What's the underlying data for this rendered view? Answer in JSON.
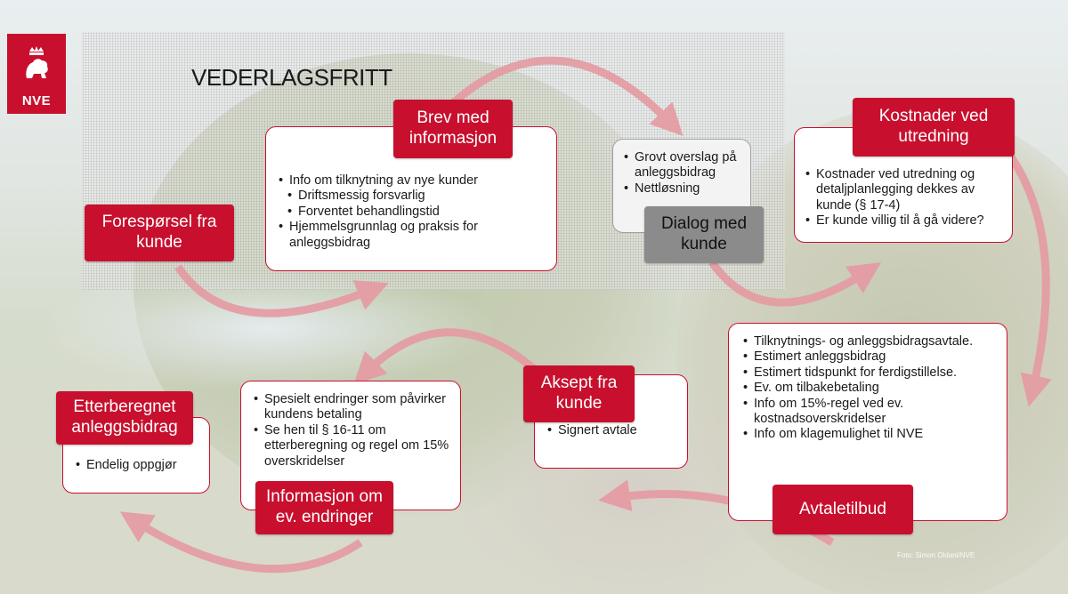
{
  "logo": {
    "text": "NVE",
    "icon": "lion-crown-icon"
  },
  "title": "VEDERLAGSFRITT",
  "colors": {
    "accent": "#c8102e",
    "arrow": "#e59aa2",
    "gray_label": "#8b8b8b"
  },
  "steps": {
    "foresporsel": {
      "label": "Forespørsel fra kunde"
    },
    "brev": {
      "label": "Brev med informasjon",
      "items": [
        {
          "text": "Info om tilknytning av nye kunder",
          "level": 1
        },
        {
          "text": "Driftsmessig forsvarlig",
          "level": 2
        },
        {
          "text": "Forventet behandlingstid",
          "level": 2
        },
        {
          "text": "Hjemmelsgrunnlag og praksis for anleggsbidrag",
          "level": 1
        }
      ]
    },
    "dialog": {
      "label": "Dialog med kunde",
      "items": [
        "Grovt overslag på anleggsbidrag",
        "Nettløsning"
      ]
    },
    "kostnader": {
      "label": "Kostnader ved utredning",
      "items": [
        "Kostnader ved utredning og detaljplanlegging dekkes av kunde (§ 17-4)",
        "Er kunde villig til å gå videre?"
      ]
    },
    "avtaletilbud": {
      "label": "Avtaletilbud",
      "items": [
        "Tilknytnings- og anleggsbidragsavtale.",
        "Estimert anleggsbidrag",
        "Estimert tidspunkt for ferdigstillelse.",
        "Ev. om tilbakebetaling",
        "Info om 15%-regel ved ev. kostnadsoverskridelser",
        "Info om klagemulighet til NVE"
      ]
    },
    "aksept": {
      "label": "Aksept fra kunde",
      "items": [
        "Signert avtale"
      ]
    },
    "informasjon": {
      "label": "Informasjon om ev. endringer",
      "items": [
        "Spesielt endringer som påvirker kundens betaling",
        "Se hen til § 16-11 om etterberegning og regel om 15% overskridelser"
      ]
    },
    "etterberegnet": {
      "label": "Etterberegnet anleggsbidrag",
      "items": [
        "Endelig oppgjør"
      ]
    }
  },
  "photo_credit": "Foto: Simon Oldani/NVE"
}
